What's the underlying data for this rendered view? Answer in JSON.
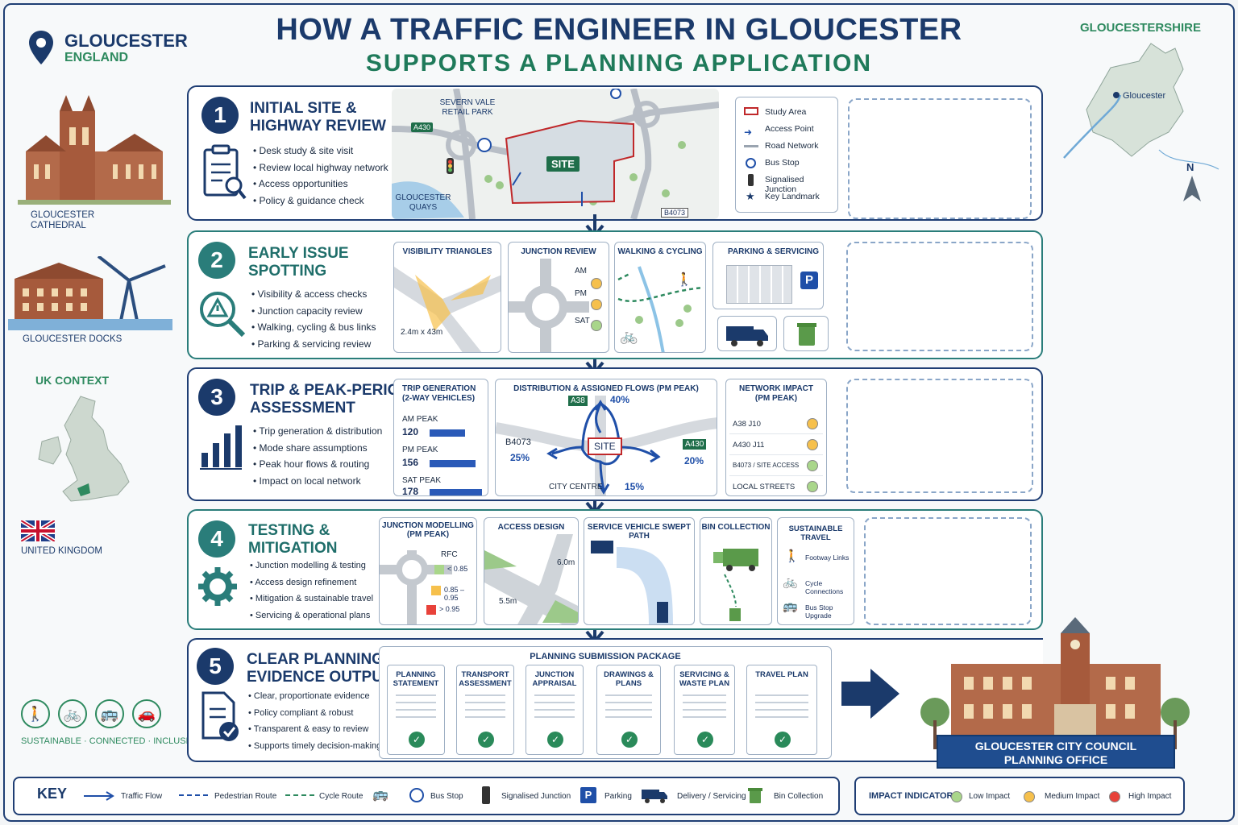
{
  "header": {
    "title": "HOW A TRAFFIC ENGINEER IN GLOUCESTER",
    "subtitle": "SUPPORTS A PLANNING APPLICATION",
    "location_name": "GLOUCESTER",
    "location_sub": "ENGLAND",
    "county": "GLOUCESTERSHIRE",
    "county_map_label": "Gloucester",
    "north": "N"
  },
  "sidebar": {
    "cathedral": "GLOUCESTER CATHEDRAL",
    "docks": "GLOUCESTER DOCKS",
    "uk_context": "UK CONTEXT",
    "uk": "UNITED KINGDOM",
    "tagline": "SUSTAINABLE · CONNECTED · INCLUSIVE"
  },
  "steps": [
    {
      "number": "1",
      "title": [
        "INITIAL SITE &",
        "HIGHWAY REVIEW"
      ],
      "bullets": [
        "Desk study & site visit",
        "Review local highway network",
        "Access opportunities",
        "Policy & guidance check"
      ],
      "map": {
        "retail": "SEVERN VALE RETAIL PARK",
        "quays": "GLOUCESTER QUAYS",
        "a430": "A430",
        "b4073": "B4073",
        "site": "SITE"
      },
      "legend": [
        "Study Area",
        "Access Point",
        "Road Network",
        "Bus Stop",
        "Signalised Junction",
        "Key Landmark"
      ]
    },
    {
      "number": "2",
      "title": [
        "EARLY ISSUE",
        "SPOTTING"
      ],
      "bullets": [
        "Visibility & access checks",
        "Junction capacity review",
        "Walking, cycling & bus links",
        "Parking & servicing review"
      ],
      "panels": {
        "visibility": "VISIBILITY TRIANGLES",
        "visibility_dim": "2.4m x 43m",
        "junction": "JUNCTION REVIEW",
        "junction_periods": [
          "AM",
          "PM",
          "SAT"
        ],
        "walking": "WALKING & CYCLING",
        "parking": "PARKING & SERVICING",
        "parking_letter": "P"
      }
    },
    {
      "number": "3",
      "title": [
        "TRIP & PEAK-PERIOD",
        "ASSESSMENT"
      ],
      "bullets": [
        "Trip generation & distribution",
        "Mode share assumptions",
        "Peak hour flows & routing",
        "Impact on local network"
      ],
      "trip_generation": {
        "title": "TRIP GENERATION",
        "subtitle": "(2-WAY VEHICLES)",
        "rows": [
          {
            "label": "AM PEAK",
            "value": 120
          },
          {
            "label": "PM PEAK",
            "value": 156
          },
          {
            "label": "SAT PEAK",
            "value": 178
          }
        ]
      },
      "distribution": {
        "title": "DISTRIBUTION & ASSIGNED FLOWS (PM PEAK)",
        "site": "SITE",
        "a38": "A38",
        "a38_pct": "40%",
        "b4073": "B4073",
        "b4073_pct": "25%",
        "a430": "A430",
        "a430_pct": "20%",
        "centre": "CITY CENTRE",
        "centre_pct": "15%"
      },
      "network_impact": {
        "title": "NETWORK IMPACT",
        "subtitle": "(PM PEAK)",
        "rows": [
          {
            "label": "A38 J10",
            "impact": "medium"
          },
          {
            "label": "A430 J11",
            "impact": "medium"
          },
          {
            "label": "B4073 / SITE ACCESS",
            "impact": "low"
          },
          {
            "label": "LOCAL STREETS",
            "impact": "low"
          }
        ]
      }
    },
    {
      "number": "4",
      "title": [
        "TESTING &",
        "MITIGATION"
      ],
      "bullets": [
        "Junction modelling & testing",
        "Access design refinement",
        "Mitigation & sustainable travel",
        "Servicing & operational plans"
      ],
      "panels": {
        "modelling": "JUNCTION MODELLING",
        "modelling_sub": "(PM PEAK)",
        "rfc": "RFC",
        "rfc_bands": [
          "< 0.85",
          "0.85 – 0.95",
          "> 0.95"
        ],
        "access": "ACCESS DESIGN",
        "access_w1": "6.0m",
        "access_w2": "5.5m",
        "swept": "SERVICE VEHICLE SWEPT PATH",
        "bin": "BIN COLLECTION",
        "sustainable": "SUSTAINABLE TRAVEL",
        "sustainable_items": [
          "Footway Links",
          "Cycle Connections",
          "Bus Stop Upgrade"
        ]
      }
    },
    {
      "number": "5",
      "title": [
        "CLEAR PLANNING",
        "EVIDENCE OUTPUT"
      ],
      "bullets": [
        "Clear, proportionate evidence",
        "Policy compliant & robust",
        "Transparent & easy to review",
        "Supports timely decision-making"
      ],
      "package_title": "PLANNING SUBMISSION PACKAGE",
      "documents": [
        "PLANNING STATEMENT",
        "TRANSPORT ASSESSMENT",
        "JUNCTION APPRAISAL",
        "DRAWINGS & PLANS",
        "SERVICING & WASTE PLAN",
        "TRAVEL PLAN"
      ]
    }
  ],
  "council": {
    "line1": "GLOUCESTER CITY COUNCIL",
    "line2": "PLANNING OFFICE"
  },
  "key": {
    "title": "KEY",
    "items": [
      "Traffic Flow",
      "Pedestrian Route",
      "Cycle Route",
      "Bus Stop",
      "Signalised Junction",
      "Parking",
      "Delivery / Servicing",
      "Bin Collection"
    ]
  },
  "impact": {
    "title": "IMPACT INDICATOR",
    "items": [
      "Low Impact",
      "Medium Impact",
      "High Impact"
    ],
    "colors": {
      "low": "#a9d68a",
      "medium": "#f6c04c",
      "high": "#e8423a"
    }
  },
  "colors": {
    "navy": "#1b3a6b",
    "teal": "#2a7d7a",
    "green": "#2e8a5f",
    "flow": "#1f4fa8"
  }
}
